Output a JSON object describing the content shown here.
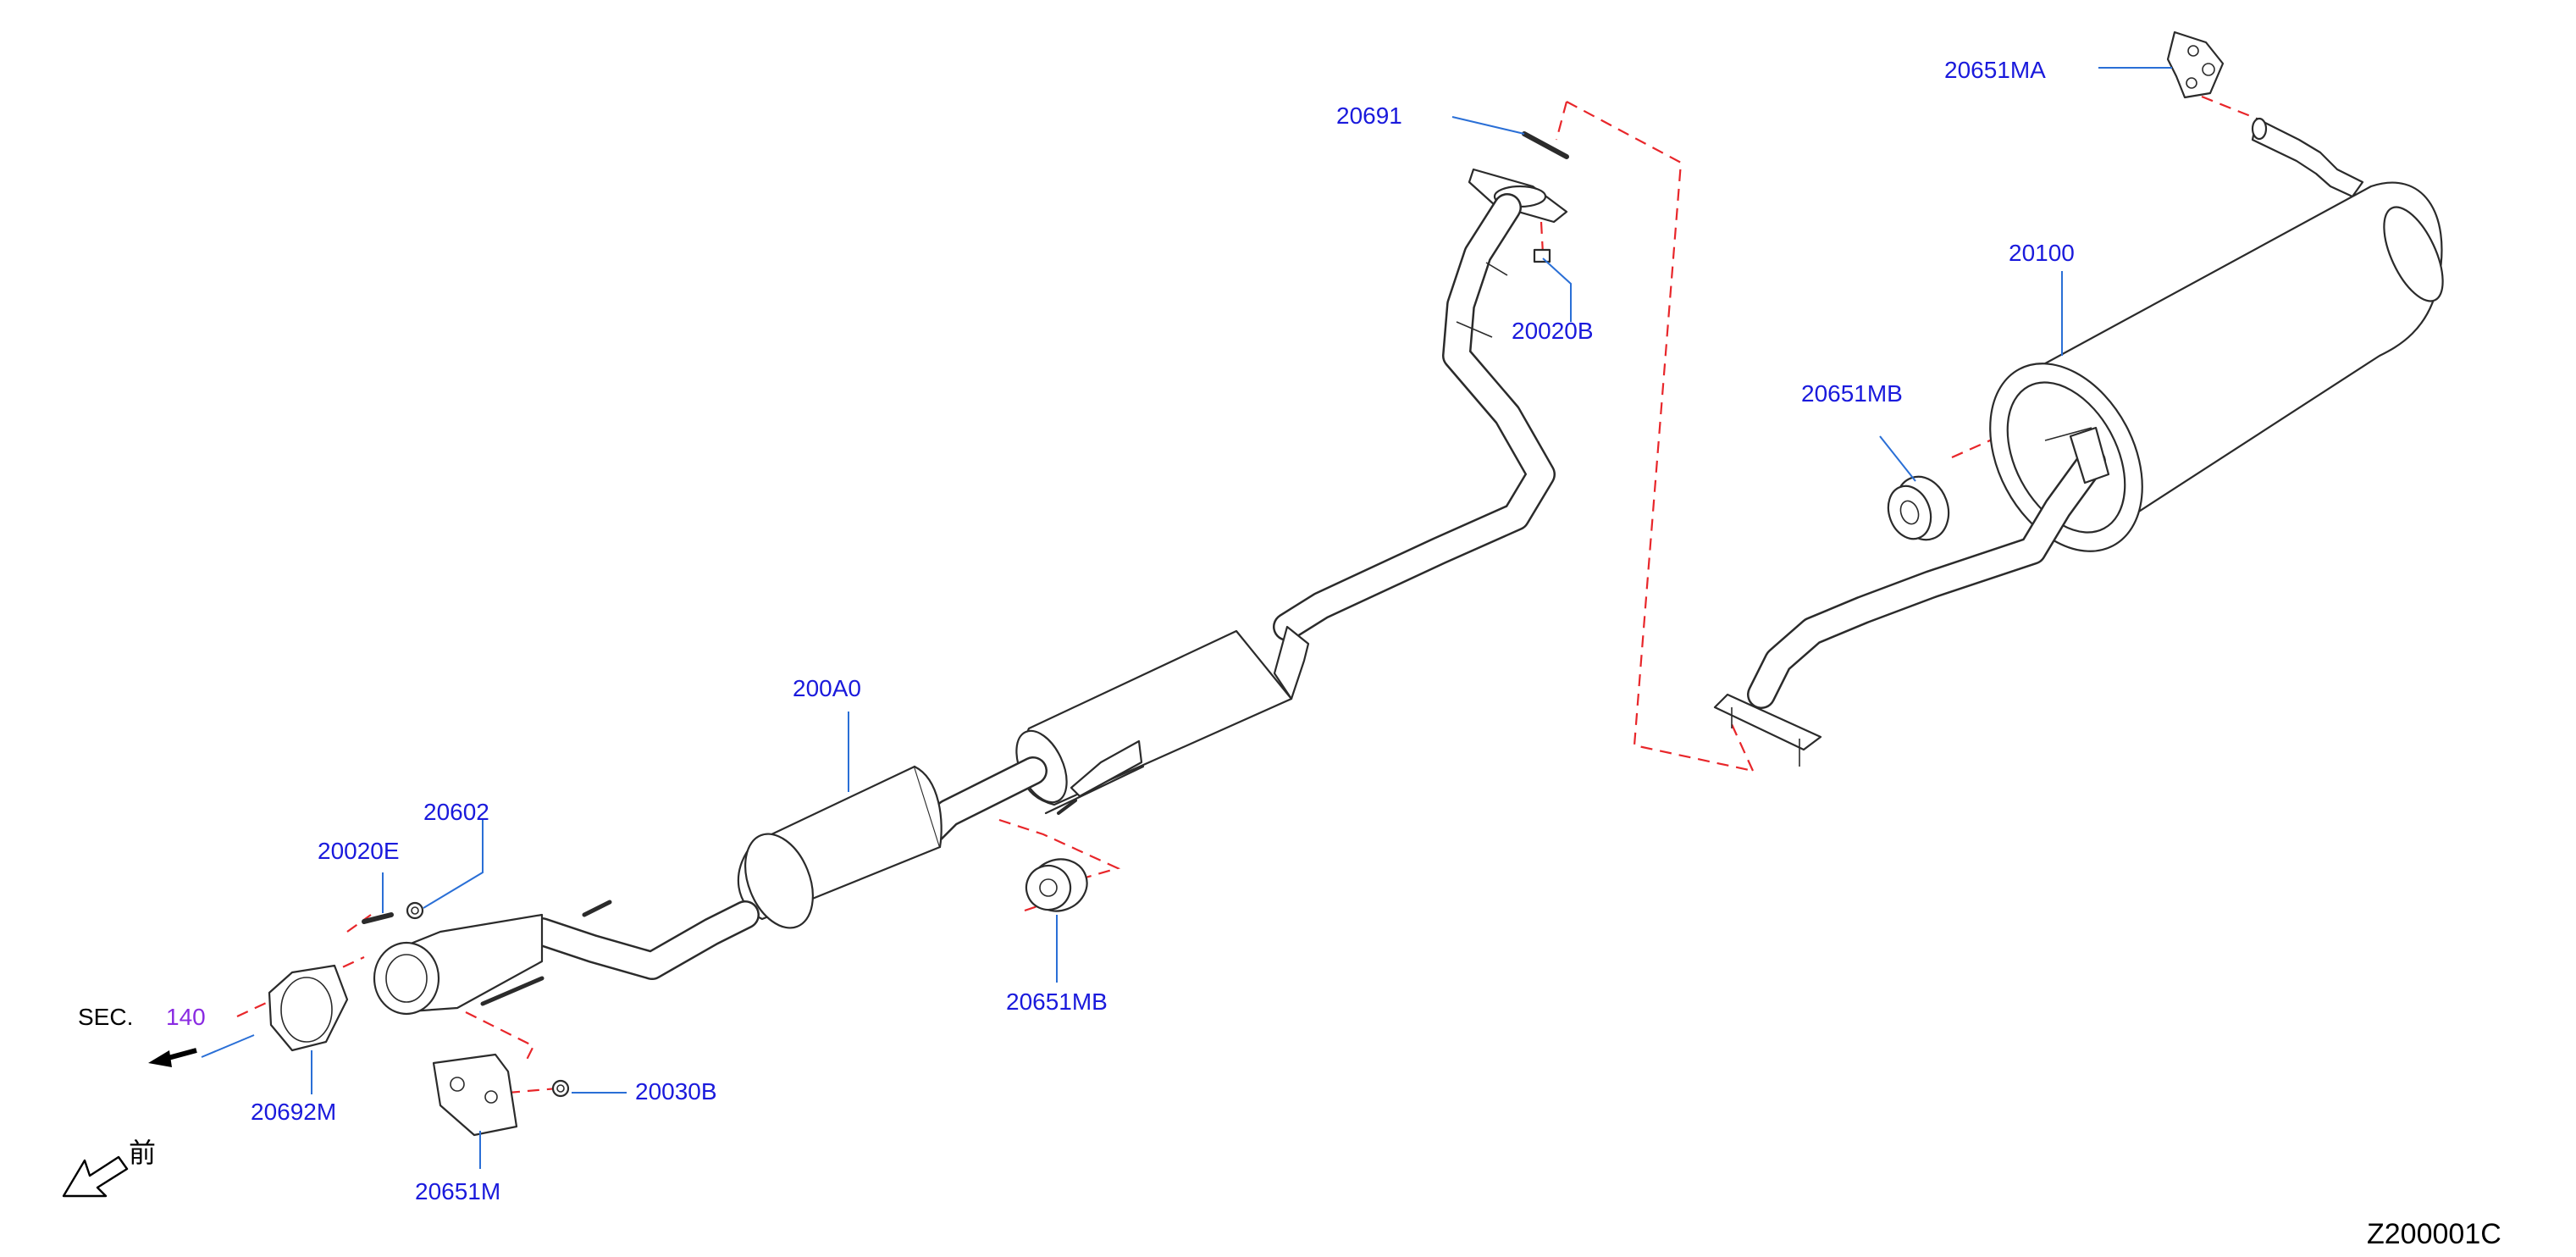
{
  "labels": {
    "p20691": "20691",
    "p20651MA": "20651MA",
    "p20100": "20100",
    "p20020B": "20020B",
    "p20651MB_top": "20651MB",
    "p200A0": "200A0",
    "p20602": "20602",
    "p20020E": "20020E",
    "p20651MB_bottom": "20651MB",
    "sec": "SEC.",
    "sec_num": "140",
    "p20692M": "20692M",
    "p20030B": "20030B",
    "p20651M": "20651M",
    "front_kanji": "前",
    "diagram_code": "Z200001C"
  },
  "colors": {
    "label_blue": "#1a1adc",
    "section_purple": "#8a2be2",
    "leader_blue": "#2a6fd6",
    "dashed_red": "#e8262a",
    "line_art": "#2b2b2b"
  },
  "icons": {
    "front_arrow": "front-direction-arrow-icon",
    "section_arrow": "section-reference-arrow-icon"
  }
}
